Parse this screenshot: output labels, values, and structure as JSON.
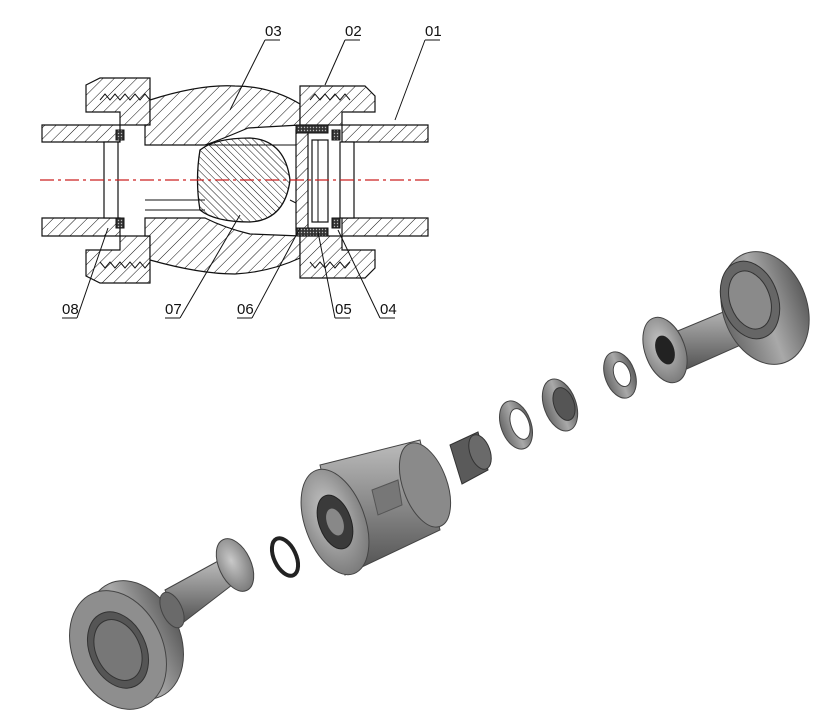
{
  "figure": {
    "callouts": [
      {
        "id": "c01",
        "text": "01"
      },
      {
        "id": "c02",
        "text": "02"
      },
      {
        "id": "c03",
        "text": "03"
      },
      {
        "id": "c04",
        "text": "04"
      },
      {
        "id": "c05",
        "text": "05"
      },
      {
        "id": "c06",
        "text": "06"
      },
      {
        "id": "c07",
        "text": "07"
      },
      {
        "id": "c08",
        "text": "08"
      }
    ],
    "colors": {
      "line": "#111111",
      "centerline": "#cc2222",
      "part_gray": "#8a8a8a",
      "part_dark": "#5a5a5a",
      "part_light": "#b5b5b5"
    }
  }
}
